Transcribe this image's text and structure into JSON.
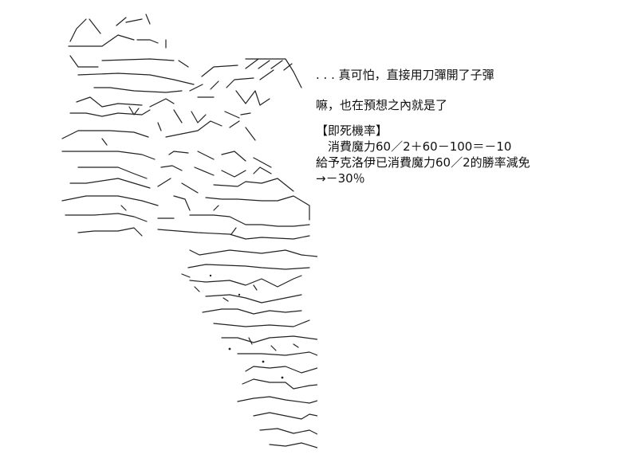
{
  "dialogue": {
    "line1": ". . . 真可怕，直接用刀彈開了子彈",
    "line2": "嘛，也在預想之內就是了"
  },
  "skill_box": {
    "title": "【即死機率】",
    "line1": "　消費魔力60／2＋60－100＝－10",
    "line2": "給予克洛伊已消費魔力60／2的勝率減免",
    "line3": "→－30％"
  },
  "colors": {
    "background": "#ffffff",
    "text": "#111111",
    "art_stroke": "#222222"
  }
}
